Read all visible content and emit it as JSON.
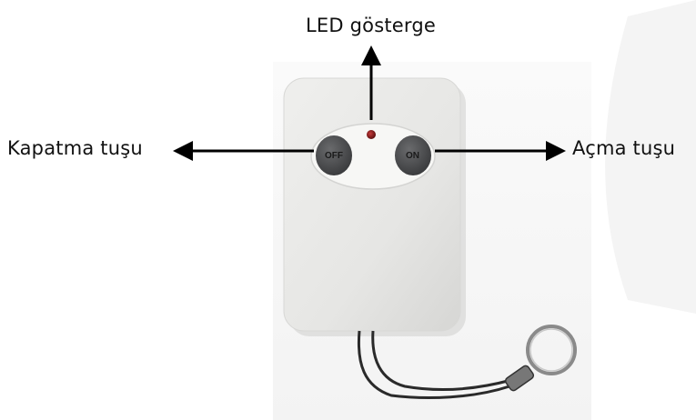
{
  "annotations": {
    "led": "LED gösterge",
    "off_button": "Kapatma tuşu",
    "on_button": "Açma tuşu"
  },
  "device": {
    "off_label": "OFF",
    "on_label": "ON"
  },
  "colors": {
    "body": "#e8e8e6",
    "buttons": "#4a4b4d",
    "led": "#8a1e1e",
    "arrow": "#000000",
    "background_shape": "#f4f4f4"
  },
  "icons": [
    "arrow-up-icon",
    "arrow-left-icon",
    "arrow-right-icon",
    "key-ring-icon"
  ]
}
